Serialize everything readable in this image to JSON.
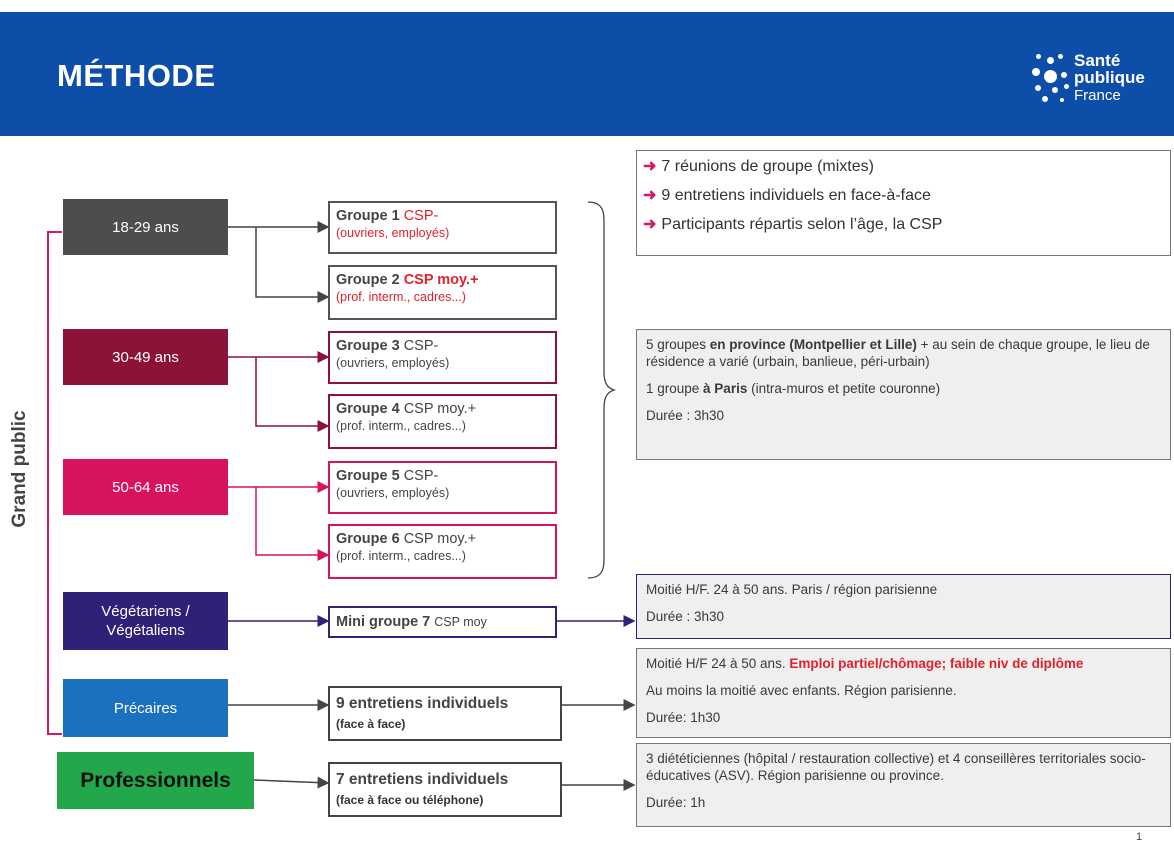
{
  "header": {
    "title": "MÉTHODE",
    "logo_line1": "Santé",
    "logo_line2": "publique",
    "logo_line3": "France"
  },
  "side_label": "Grand public",
  "categories": [
    {
      "label": "18-29 ans",
      "color": "#4d4d50"
    },
    {
      "label": "30-49 ans",
      "color": "#8c1238"
    },
    {
      "label": "50-64 ans",
      "color": "#d7135f"
    },
    {
      "label": "Végétariens / Végétaliens",
      "color": "#2f2078"
    },
    {
      "label": "Précaires",
      "color": "#1b70bf"
    },
    {
      "label": "Professionnels",
      "color": "#22a84a"
    }
  ],
  "groups": [
    {
      "name": "Groupe 1",
      "csp": "CSP-",
      "detail": "(ouvriers, employés)"
    },
    {
      "name": "Groupe 2",
      "csp": "CSP moy.+",
      "detail": "(prof. interm., cadres...)"
    },
    {
      "name": "Groupe 3",
      "csp": "CSP-",
      "detail": "(ouvriers, employés)"
    },
    {
      "name": "Groupe 4",
      "csp": "CSP moy.+",
      "detail": "(prof. interm., cadres...)"
    },
    {
      "name": "Groupe 5",
      "csp": "CSP-",
      "detail": "(ouvriers, employés)"
    },
    {
      "name": "Groupe 6",
      "csp": "CSP moy.+",
      "detail": "(prof. interm., cadres...)"
    },
    {
      "name": "Mini groupe 7",
      "csp": "CSP moy"
    },
    {
      "name": "9 entretiens individuels",
      "detail": "(face à face)"
    },
    {
      "name": "7 entretiens individuels",
      "detail": "(face à face ou téléphone)"
    }
  ],
  "bullets": [
    "7 réunions de groupe (mixtes)",
    "9 entretiens individuels en face-à-face",
    "Participants répartis selon l’âge, la CSP"
  ],
  "info_main": {
    "p1_a": "5 groupes ",
    "p1_b": "en province (Montpellier et Lille)",
    "p1_c": " + au sein de chaque groupe, le lieu de résidence a varié  (urbain, banlieue, péri-urbain)",
    "p2_a": "1 groupe ",
    "p2_b": "à Paris",
    "p2_c": " (intra-muros et petite couronne)",
    "p3": "Durée : 3h30"
  },
  "info_veg": {
    "p1": "Moitié H/F. 24 à 50 ans. Paris / région parisienne",
    "p2": "Durée : 3h30"
  },
  "info_prec": {
    "p1_a": "Moitié H/F 24 à 50 ans. ",
    "p1_b": "Emploi partiel/chômage; faible niv de diplôme",
    "p2": "Au moins la moitié avec enfants. Région parisienne.",
    "p3": "Durée: 1h30"
  },
  "info_pro": {
    "p1": "3 diététiciennes (hôpital / restauration collective) et 4 conseillères territoriales socio-éducatives (ASV). Région parisienne ou province.",
    "p2": "Durée: 1h"
  },
  "page_number": "1",
  "colors": {
    "header": "#0d4fa8",
    "arrow": "#d6156b",
    "red_text": "#e3212b",
    "bracket": "#d6156b"
  }
}
